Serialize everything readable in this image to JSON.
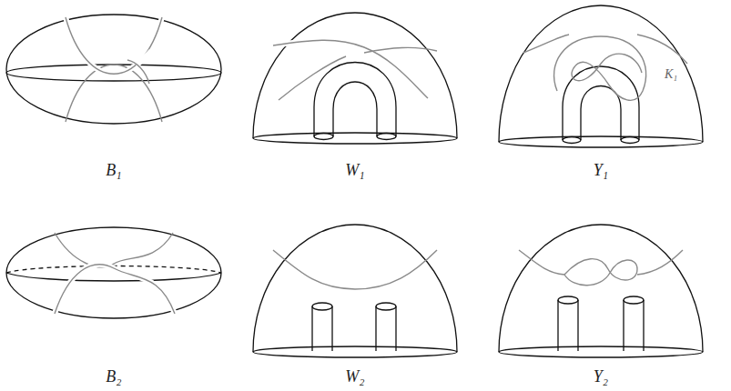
{
  "diagram": {
    "labels": [
      "B₁",
      "W₁",
      "Y₁",
      "K₁",
      "B₂",
      "W₂",
      "Y₂"
    ]
  }
}
